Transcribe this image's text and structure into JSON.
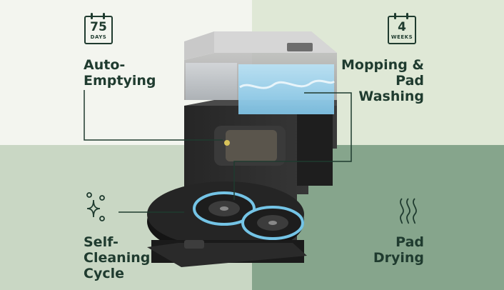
{
  "features": {
    "auto_emptying": {
      "badge_number": "75",
      "badge_unit": "DAYS",
      "label": "Auto-\nEmptying",
      "icon": "calendar-icon"
    },
    "mopping": {
      "badge_number": "4",
      "badge_unit": "WEEKS",
      "label": "Mopping &\nPad\nWashing",
      "icon": "calendar-icon"
    },
    "self_cleaning": {
      "label": "Self-\nCleaning\nCycle",
      "icon": "sparkle-icon"
    },
    "pad_drying": {
      "label": "Pad\nDrying",
      "icon": "heat-waves-icon"
    }
  },
  "colors": {
    "text": "#1f3b2f",
    "panel_top_left": "#f3f5ef",
    "panel_top_right": "#dfe8d6",
    "panel_bottom_left": "#c9d7c4",
    "panel_bottom_right": "#86a58c",
    "water_tank": "#9fd0ea",
    "station_body": "#2d2d2d"
  }
}
